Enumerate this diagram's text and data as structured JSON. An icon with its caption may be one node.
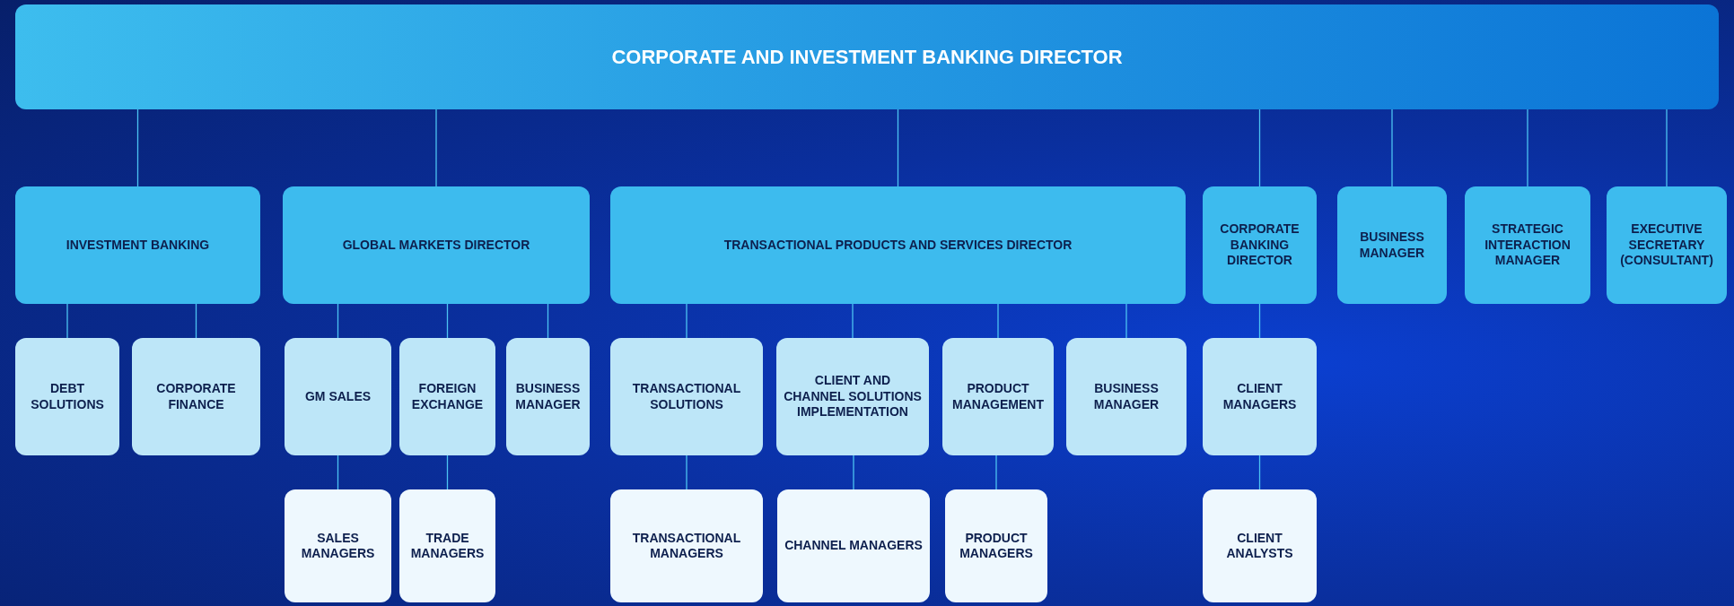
{
  "diagram": {
    "nodes": [
      {
        "text": [
          "CORPORATE AND INVESTMENT BANKING DIRECTOR"
        ]
      },
      {
        "text": [
          "INVESTMENT BANKING"
        ]
      },
      {
        "text": [
          "GLOBAL MARKETS DIRECTOR"
        ]
      },
      {
        "text": [
          "TRANSACTIONAL PRODUCTS AND SERVICES DIRECTOR"
        ]
      },
      {
        "text": [
          "CORPORATE BANKING DIRECTOR"
        ]
      },
      {
        "text": [
          "BUSINESS MANAGER"
        ]
      },
      {
        "text": [
          "STRATEGIC INTERACTION MANAGER"
        ]
      },
      {
        "text": [
          "EXECUTIVE SECRETARY (CONSULTANT)"
        ]
      },
      {
        "text": [
          "DEBT SOLUTIONS"
        ]
      },
      {
        "text": [
          "CORPORATE FINANCE"
        ]
      },
      {
        "text": [
          "GM SALES"
        ]
      },
      {
        "text": [
          "FOREIGN EXCHANGE"
        ]
      },
      {
        "text": [
          "BUSINESS MANAGER"
        ]
      },
      {
        "text": [
          "TRANSACTIONAL SOLUTIONS"
        ]
      },
      {
        "text": [
          "CLIENT AND CHANNEL SOLUTIONS IMPLEMENTATION"
        ]
      },
      {
        "text": [
          "PRODUCT MANAGEMENT"
        ]
      },
      {
        "text": [
          "BUSINESS MANAGER"
        ]
      },
      {
        "text": [
          "CLIENT MANAGERS"
        ]
      },
      {
        "text": [
          "SALES MANAGERS"
        ]
      },
      {
        "text": [
          "TRADE MANAGERS"
        ]
      },
      {
        "text": [
          "TRANSACTIONAL MANAGERS"
        ]
      },
      {
        "text": [
          "CHANNEL MANAGERS"
        ]
      },
      {
        "text": [
          "PRODUCT MANAGERS"
        ]
      },
      {
        "text": [
          "CLIENT ANALYSTS"
        ]
      }
    ],
    "edges": [
      {
        "from": 0,
        "to": 1,
        "arrow": "none"
      },
      {
        "from": 0,
        "to": 2,
        "arrow": "none"
      },
      {
        "from": 0,
        "to": 3,
        "arrow": "none"
      },
      {
        "from": 0,
        "to": 4,
        "arrow": "none"
      },
      {
        "from": 0,
        "to": 5,
        "arrow": "none"
      },
      {
        "from": 0,
        "to": 6,
        "arrow": "none"
      },
      {
        "from": 0,
        "to": 7,
        "arrow": "none"
      },
      {
        "from": 1,
        "to": 8,
        "arrow": "none"
      },
      {
        "from": 1,
        "to": 9,
        "arrow": "none"
      },
      {
        "from": 2,
        "to": 10,
        "arrow": "none"
      },
      {
        "from": 2,
        "to": 11,
        "arrow": "none"
      },
      {
        "from": 2,
        "to": 12,
        "arrow": "none"
      },
      {
        "from": 3,
        "to": 13,
        "arrow": "none"
      },
      {
        "from": 3,
        "to": 14,
        "arrow": "none"
      },
      {
        "from": 3,
        "to": 15,
        "arrow": "none"
      },
      {
        "from": 3,
        "to": 16,
        "arrow": "none"
      },
      {
        "from": 4,
        "to": 17,
        "arrow": "none"
      },
      {
        "from": 10,
        "to": 18,
        "arrow": "none"
      },
      {
        "from": 11,
        "to": 19,
        "arrow": "none"
      },
      {
        "from": 13,
        "to": 20,
        "arrow": "none"
      },
      {
        "from": 14,
        "to": 21,
        "arrow": "none"
      },
      {
        "from": 15,
        "to": 22,
        "arrow": "none"
      },
      {
        "from": 17,
        "to": 23,
        "arrow": "none"
      }
    ]
  }
}
